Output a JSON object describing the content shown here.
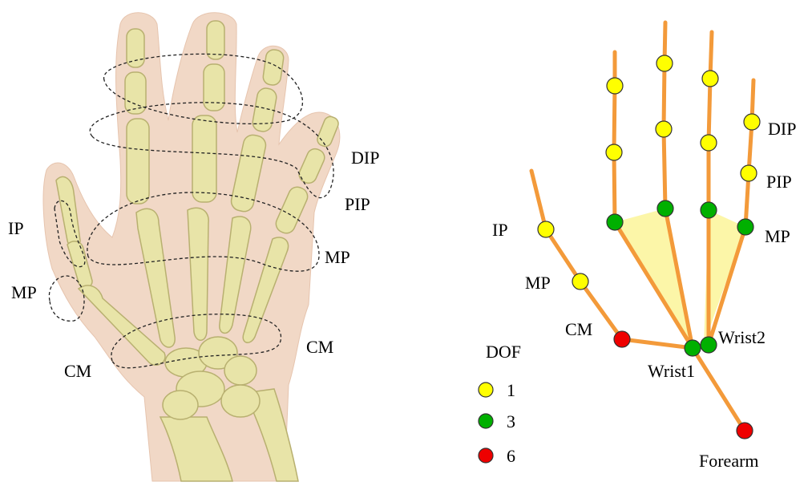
{
  "left_panel": {
    "labels": {
      "dip": "DIP",
      "pip": "PIP",
      "ip": "IP",
      "mp_thumb": "MP",
      "mp_fingers": "MP",
      "cm_thumb": "CM",
      "cm_pinky": "CM"
    },
    "colors": {
      "skin": "#f1d8c6",
      "bone": "#e8e4a8",
      "bone_edge": "#b8b070",
      "joint_loop": "#222222"
    }
  },
  "right_panel": {
    "labels": {
      "dip": "DIP",
      "pip": "PIP",
      "mp": "MP",
      "ip": "IP",
      "mp_thumb": "MP",
      "cm": "CM",
      "wrist1": "Wrist1",
      "wrist2": "Wrist2",
      "forearm": "Forearm"
    },
    "legend": {
      "title": "DOF",
      "items": [
        {
          "value": "1",
          "color": "#ffff00"
        },
        {
          "value": "3",
          "color": "#00b000"
        },
        {
          "value": "6",
          "color": "#ee0000"
        }
      ]
    },
    "colors": {
      "bone_line": "#f39a3a",
      "palm_fill": "#fcf6a8",
      "dof1": "#ffff00",
      "dof3": "#00b000",
      "dof6": "#ee0000"
    }
  }
}
